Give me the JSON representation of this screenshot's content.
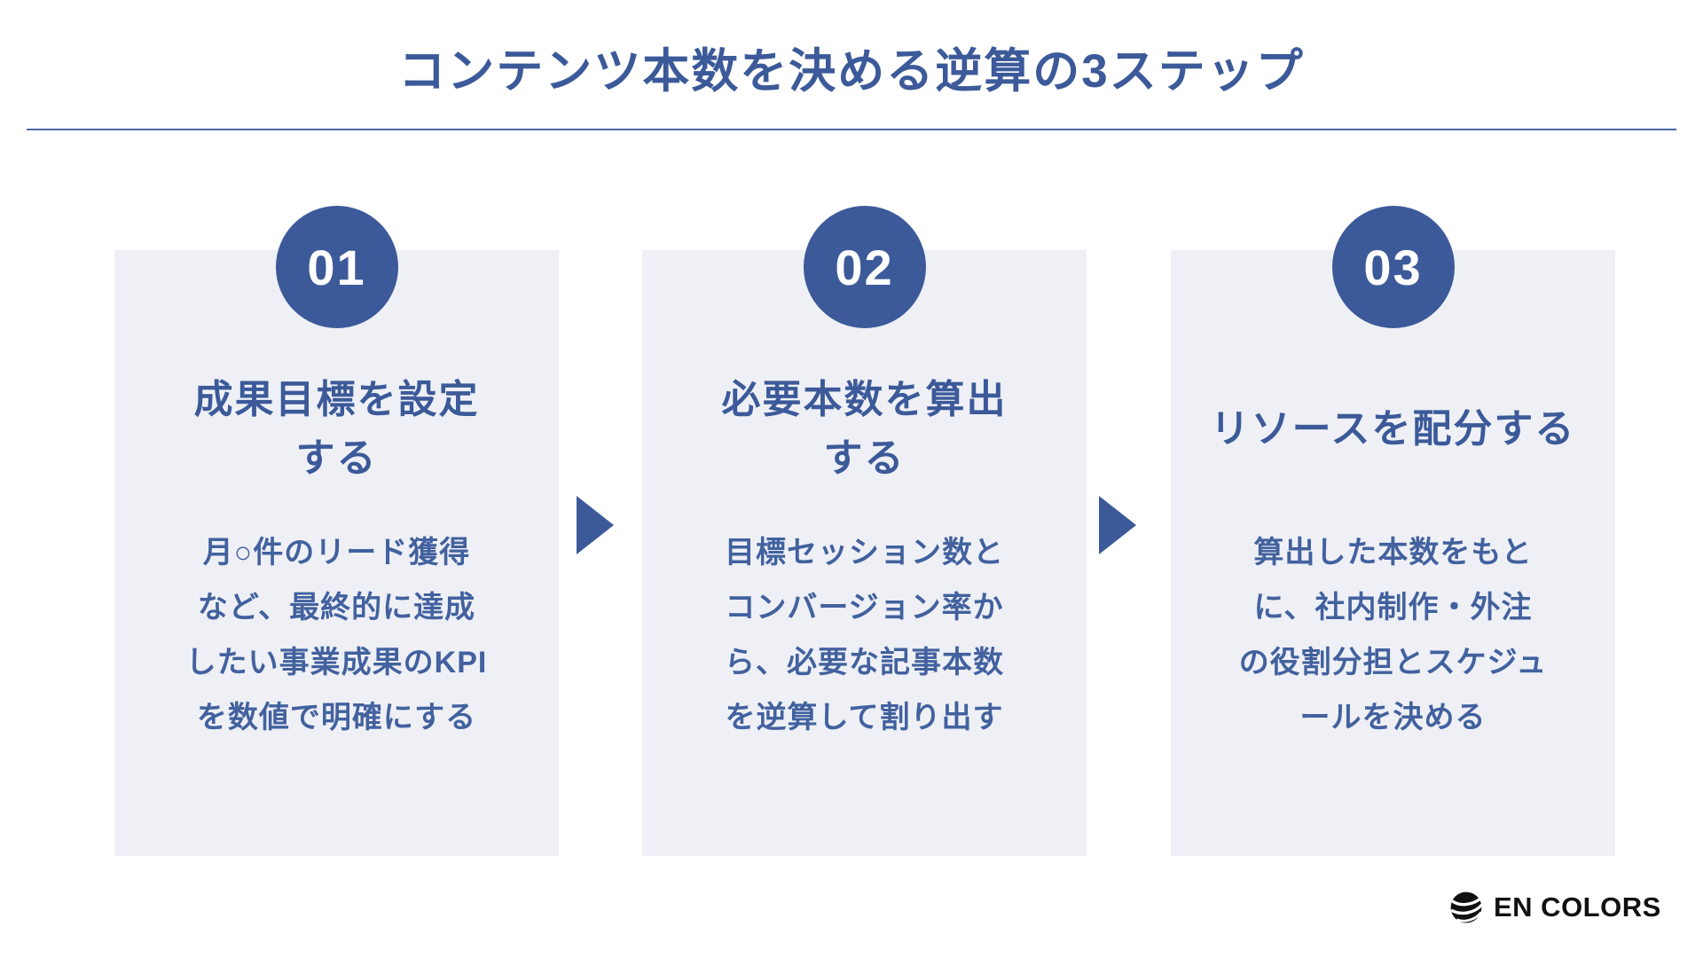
{
  "title": "コンテンツ本数を決める逆算の3ステップ",
  "colors": {
    "primary_blue": "#3C5A99",
    "body_blue": "#42619E",
    "card_background": "#EEF0F6",
    "divider_blue": "#4A69A8",
    "logo_black": "#111111"
  },
  "steps": [
    {
      "number": "01",
      "title_lines": [
        "成果目標を設定",
        "する"
      ],
      "body_lines": [
        "月○件のリード獲得",
        "など、最終的に達成",
        "したい事業成果のKPI",
        "を数値で明確にする"
      ]
    },
    {
      "number": "02",
      "title_lines": [
        "必要本数を算出",
        "する"
      ],
      "body_lines": [
        "目標セッション数と",
        "コンバージョン率か",
        "ら、必要な記事本数",
        "を逆算して割り出す"
      ]
    },
    {
      "number": "03",
      "title_lines": [
        "リソースを配分する"
      ],
      "body_lines": [
        "算出した本数をもと",
        "に、社内制作・外注",
        "の役割分担とスケジュ",
        "ールを決める"
      ]
    }
  ],
  "logo": {
    "icon": "encolors-sphere-icon",
    "text": "EN COLORS"
  }
}
